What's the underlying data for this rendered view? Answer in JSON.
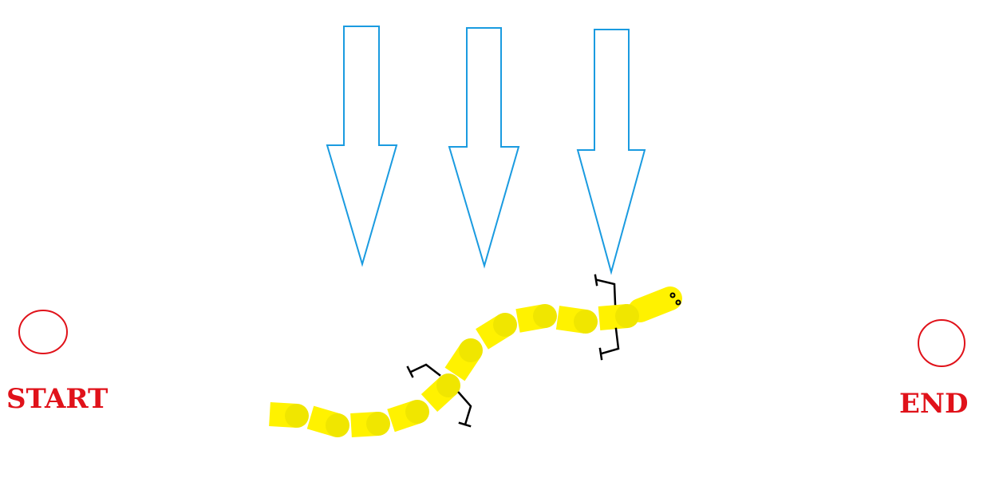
{
  "markers": {
    "start_label": "START",
    "end_label": "END"
  },
  "force_arrows": {
    "count": 3,
    "direction": "down"
  },
  "worm": {
    "segments": 10,
    "leg_pairs": 2
  },
  "colors": {
    "arrow_outline": "#1a9be0",
    "marker": "#e0121a",
    "worm_body": "#fff200",
    "worm_joint": "#f0e600",
    "legs": "#000000"
  }
}
